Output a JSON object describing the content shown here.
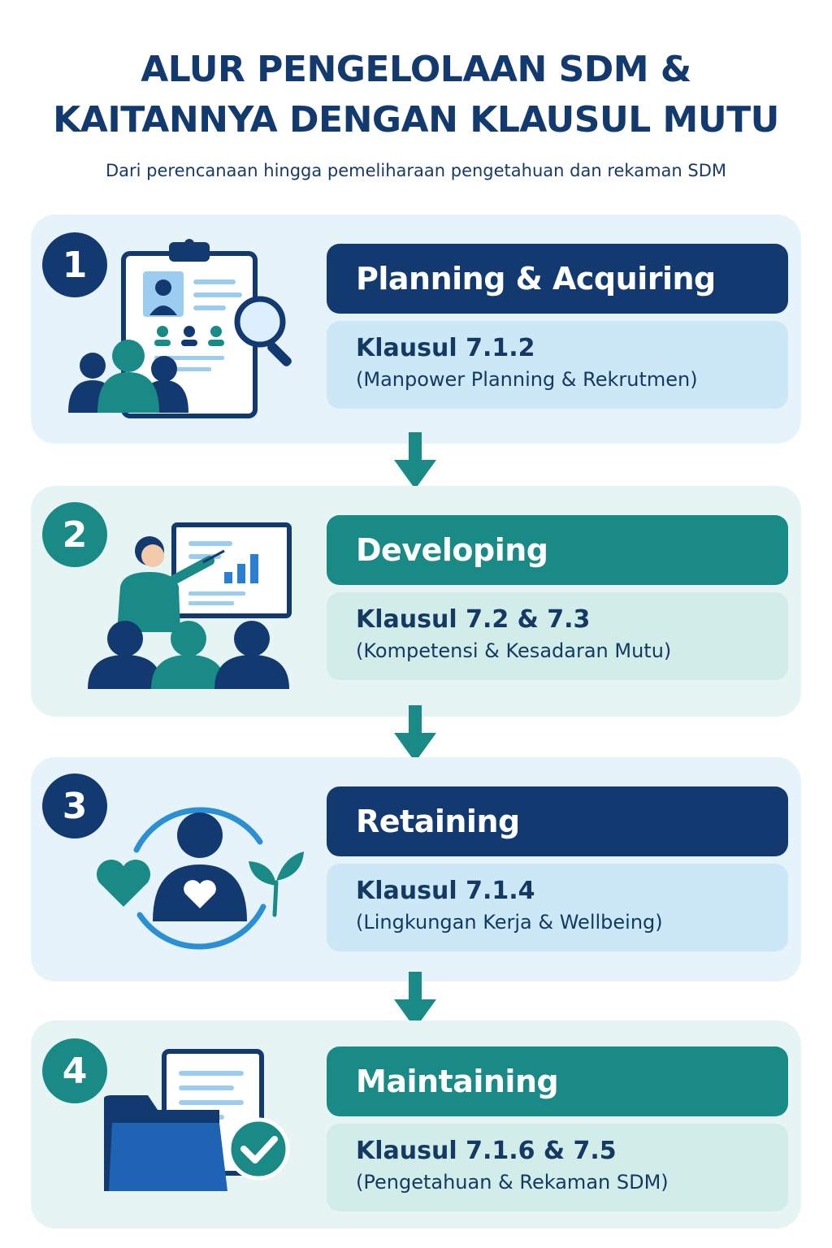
{
  "header": {
    "title_line1": "ALUR PENGELOLAAN SDM &",
    "title_line2": "KAITANNYA DENGAN KLAUSUL MUTU",
    "subtitle": "Dari perencanaan hingga pemeliharaan pengetahuan dan rekaman SDM"
  },
  "colors": {
    "navy": "#123a70",
    "teal": "#1a8a86",
    "light_blue": "#cce8f7",
    "light_teal": "#d2ede9"
  },
  "steps": [
    {
      "number": "1",
      "title": "Planning & Acquiring",
      "clause": "Klausul 7.1.2",
      "description": "(Manpower Planning & Rekrutmen)",
      "icon": "recruitment-clipboard-icon"
    },
    {
      "number": "2",
      "title": "Developing",
      "clause": "Klausul 7.2 & 7.3",
      "description": "(Kompetensi & Kesadaran Mutu)",
      "icon": "training-presentation-icon"
    },
    {
      "number": "3",
      "title": "Retaining",
      "clause": "Klausul 7.1.4",
      "description": "(Lingkungan Kerja & Wellbeing)",
      "icon": "wellbeing-person-icon"
    },
    {
      "number": "4",
      "title": "Maintaining",
      "clause": "Klausul 7.1.6 & 7.5",
      "description": "(Pengetahuan & Rekaman SDM)",
      "icon": "records-folder-icon"
    }
  ]
}
